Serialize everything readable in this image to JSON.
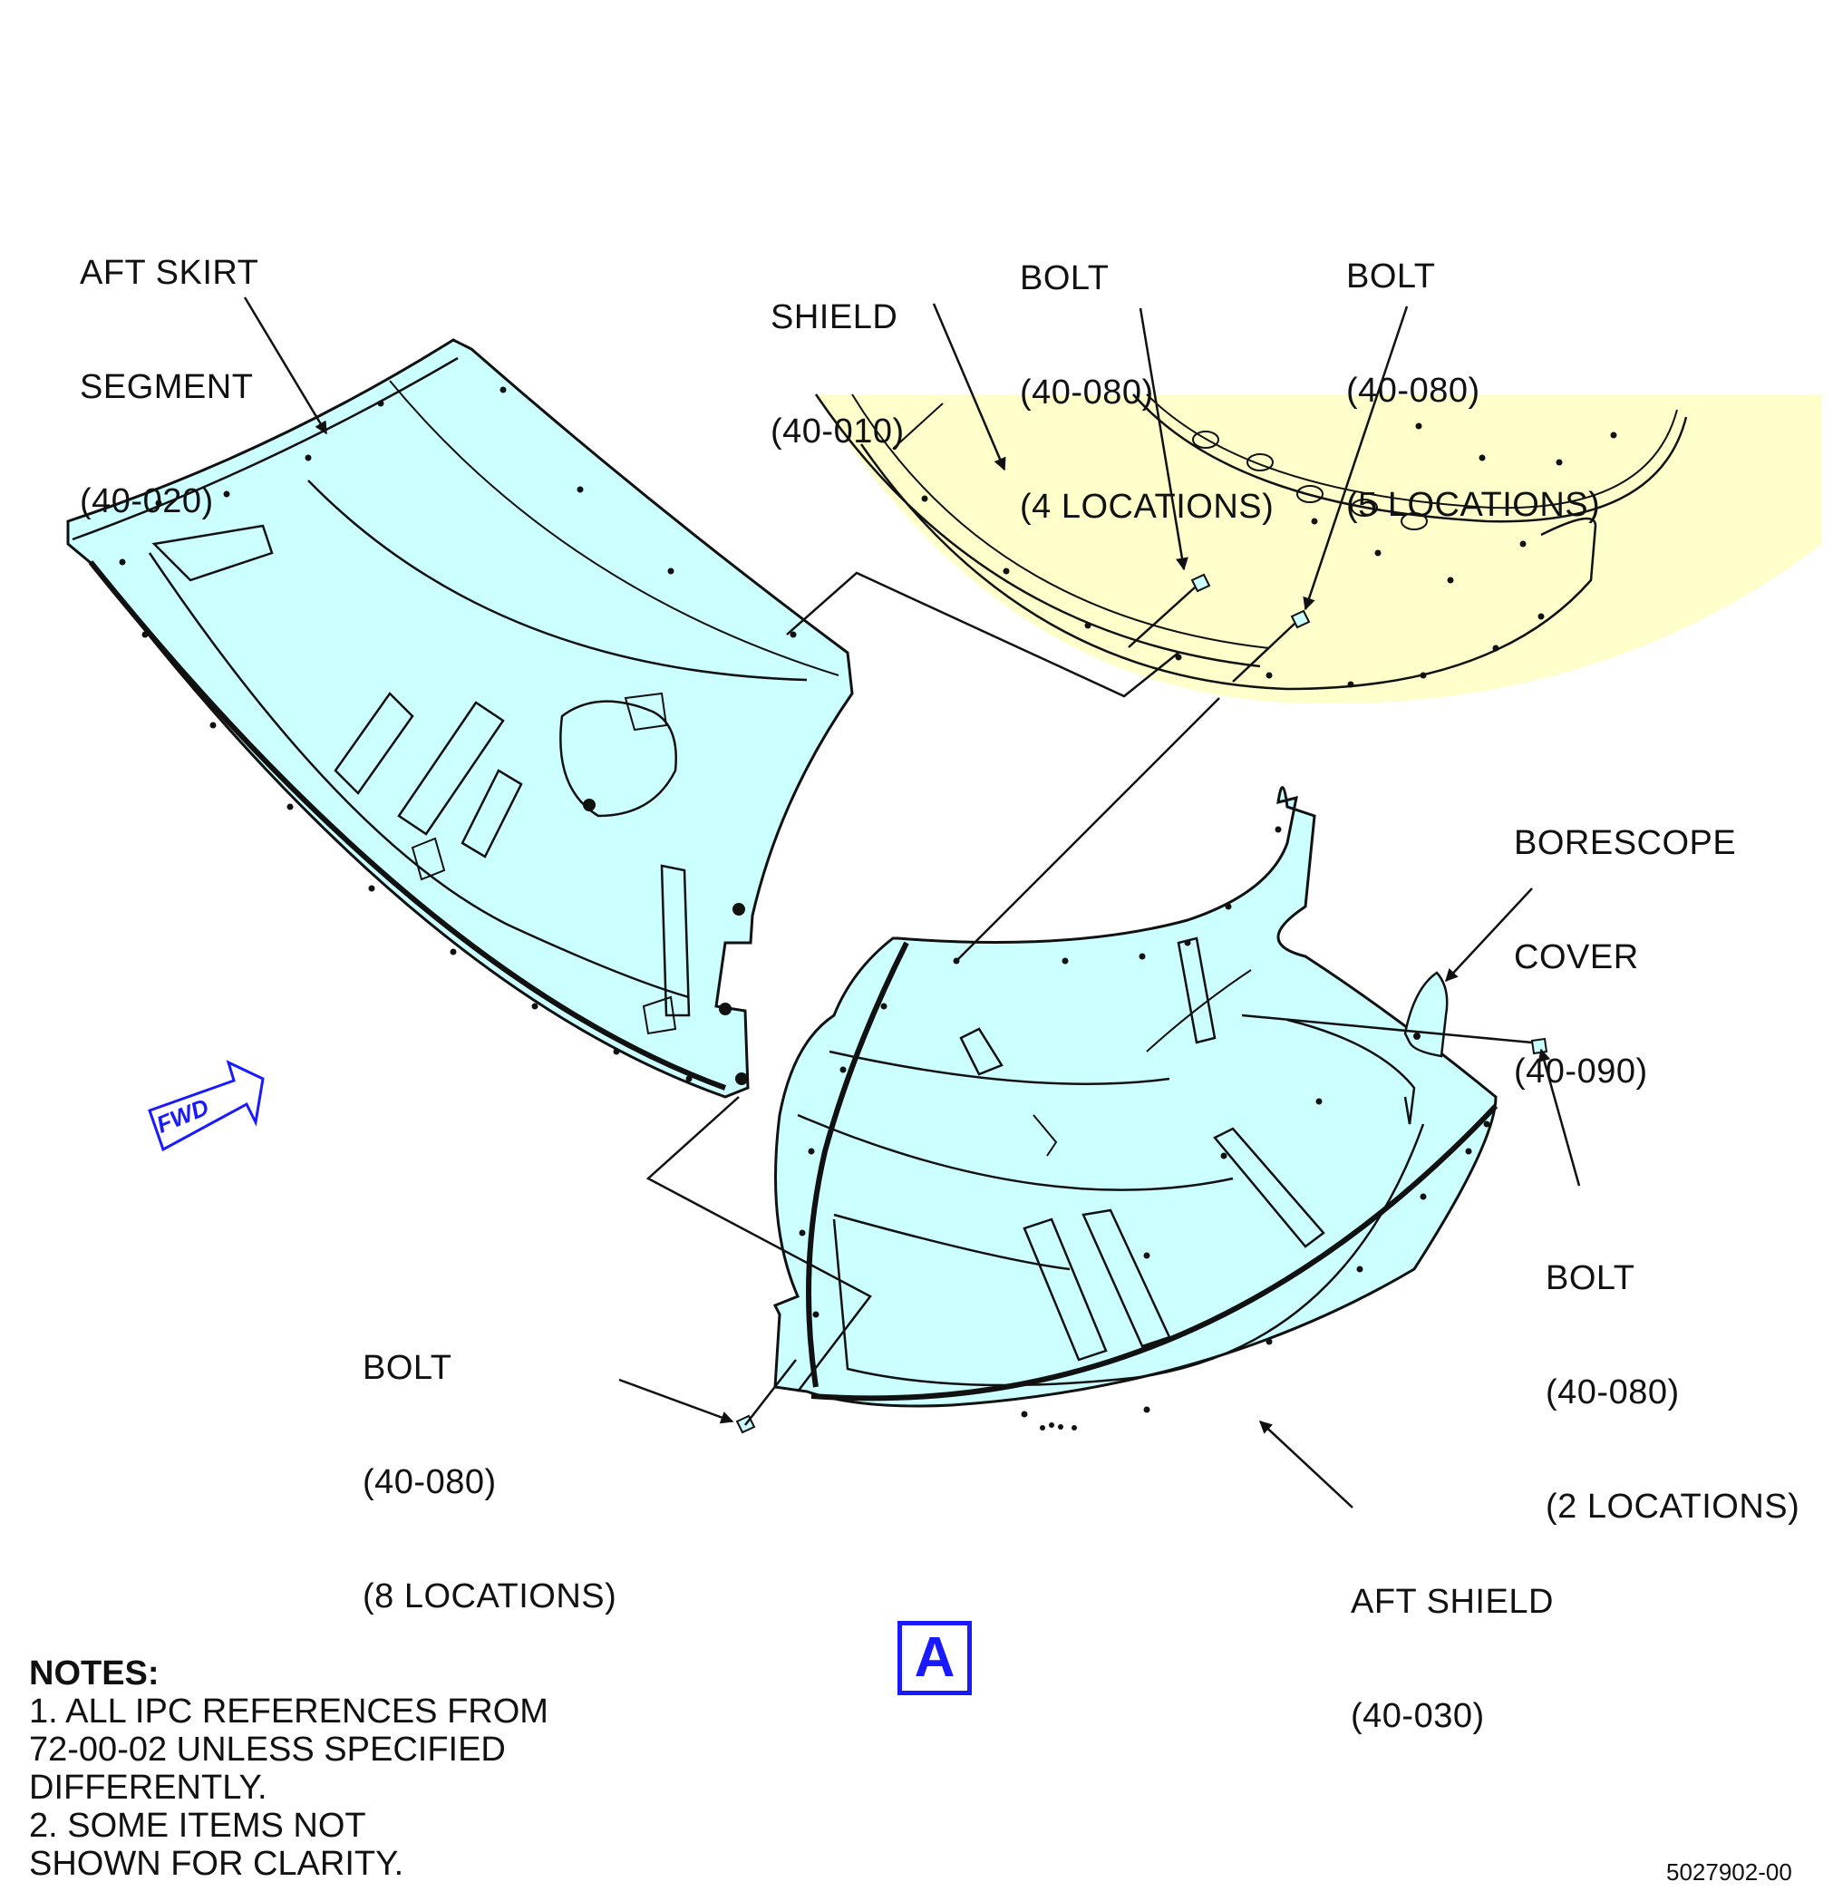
{
  "callouts": {
    "aft_skirt_segment": [
      "AFT SKIRT",
      "SEGMENT",
      "(40-020)"
    ],
    "shield": [
      "SHIELD",
      "(40-010)"
    ],
    "bolt_4": [
      "BOLT",
      "(40-080)",
      "(4 LOCATIONS)"
    ],
    "bolt_5": [
      "BOLT",
      "(40-080)",
      "(5 LOCATIONS)"
    ],
    "borescope_cover": [
      "BORESCOPE",
      "COVER",
      "(40-090)"
    ],
    "bolt_2": [
      "BOLT",
      "(40-080)",
      "(2 LOCATIONS)"
    ],
    "bolt_8": [
      "BOLT",
      "(40-080)",
      "(8 LOCATIONS)"
    ],
    "aft_shield": [
      "AFT SHIELD",
      "(40-030)"
    ]
  },
  "fwd_label": "FWD",
  "view_label": "A",
  "notes": {
    "heading": "NOTES:",
    "items": [
      "1. ALL IPC REFERENCES FROM\n72-00-02 UNLESS SPECIFIED\nDIFFERENTLY.",
      "2. SOME ITEMS NOT\nSHOWN FOR CLARITY."
    ]
  },
  "drawing_number": "5027902-00",
  "colors": {
    "part_fill": "#ccffff",
    "shield_fill": "#ffffcc",
    "line": "#111111",
    "accent": "#1a1aff"
  }
}
